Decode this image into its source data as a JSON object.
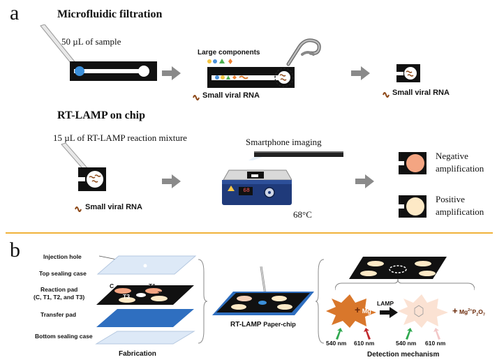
{
  "panel_a": {
    "letter": "a",
    "section1_title": "Microfluidic filtration",
    "sample_volume": "50 µL of sample",
    "large_components": "Large components",
    "small_viral_rna_1": "Small viral RNA",
    "small_viral_rna_2": "Small viral RNA",
    "section2_title": "RT-LAMP on chip",
    "reaction_volume": "15 µL of RT-LAMP reaction mixture",
    "small_viral_rna_3": "Small viral RNA",
    "smartphone_imaging": "Smartphone imaging",
    "heater_display": "68",
    "temperature": "68°C",
    "negative_1": "Negative",
    "negative_2": "amplification",
    "positive_1": "Positive",
    "positive_2": "amplification"
  },
  "panel_b": {
    "letter": "b",
    "layers": {
      "injection_hole": "Injection hole",
      "top_sealing_case": "Top sealing case",
      "reaction_pad_1": "Reaction pad",
      "reaction_pad_2": "(C, T1, T2, and T3)",
      "transfer_pad": "Transfer pad",
      "bottom_sealing_case": "Bottom sealing case"
    },
    "spots": {
      "c": "C",
      "t1": "T1",
      "t2": "T2",
      "t3": "T3"
    },
    "fabrication": "Fabrication",
    "paper_chip_prefix": "RT-LAMP",
    "paper_chip_suffix": "Paper-chip",
    "lamp": "LAMP",
    "mg_ion": "Mg",
    "mg_ion_sup": "2+",
    "product_prefix": "Mg",
    "product_sup": "2+",
    "product_mid": "P",
    "product_sub1": "2",
    "product_o": "O",
    "product_sub2": "7",
    "nm540_left": "540 nm",
    "nm610_left": "610 nm",
    "nm540_right": "540 nm",
    "nm610_right": "610 nm",
    "detection_mechanism": "Detection mechanism"
  },
  "colors": {
    "accent_orange": "#f0b23a",
    "pink_spot": "#f4a582",
    "cream_spot": "#fde9c6",
    "heater_blue": "#1f3a7a",
    "transfer_blue": "#2f6fc0",
    "arrow_gray": "#8a8a8a",
    "rna_brown": "#8b4513",
    "reaction_orange": "#d9772b"
  },
  "icons": [
    "pipette-icon",
    "tweezers-icon",
    "right-arrow-icon",
    "hot-plate-icon",
    "smartphone-icon",
    "warning-icon",
    "green-arrow-icon",
    "red-arrow-icon"
  ]
}
